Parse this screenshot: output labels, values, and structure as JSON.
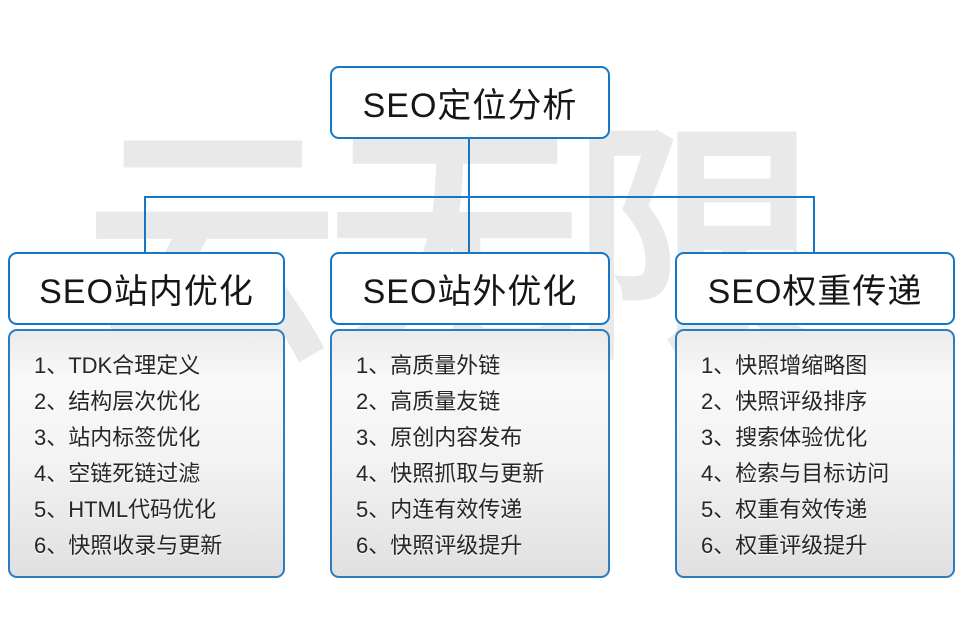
{
  "page": {
    "background_color": "#ffffff",
    "accent_blue": "#1877c5",
    "panel_gray_top": "#ebebeb",
    "panel_gray_bottom": "#e0e0e0",
    "watermark_color": "#e9e9e9"
  },
  "watermark": {
    "text": "云无限"
  },
  "root": {
    "title": "SEO定位分析"
  },
  "columns": [
    {
      "title": "SEO站内优化",
      "items": [
        "1、TDK合理定义",
        "2、结构层次优化",
        "3、站内标签优化",
        "4、空链死链过滤",
        "5、HTML代码优化",
        "6、快照收录与更新"
      ]
    },
    {
      "title": "SEO站外优化",
      "items": [
        "1、高质量外链",
        "2、高质量友链",
        "3、原创内容发布",
        "4、快照抓取与更新",
        "5、内连有效传递",
        "6、快照评级提升"
      ]
    },
    {
      "title": "SEO权重传递",
      "items": [
        "1、快照增缩略图",
        "2、快照评级排序",
        "3、搜索体验优化",
        "4、检索与目标访问",
        "5、权重有效传递",
        "6、权重评级提升"
      ]
    }
  ]
}
